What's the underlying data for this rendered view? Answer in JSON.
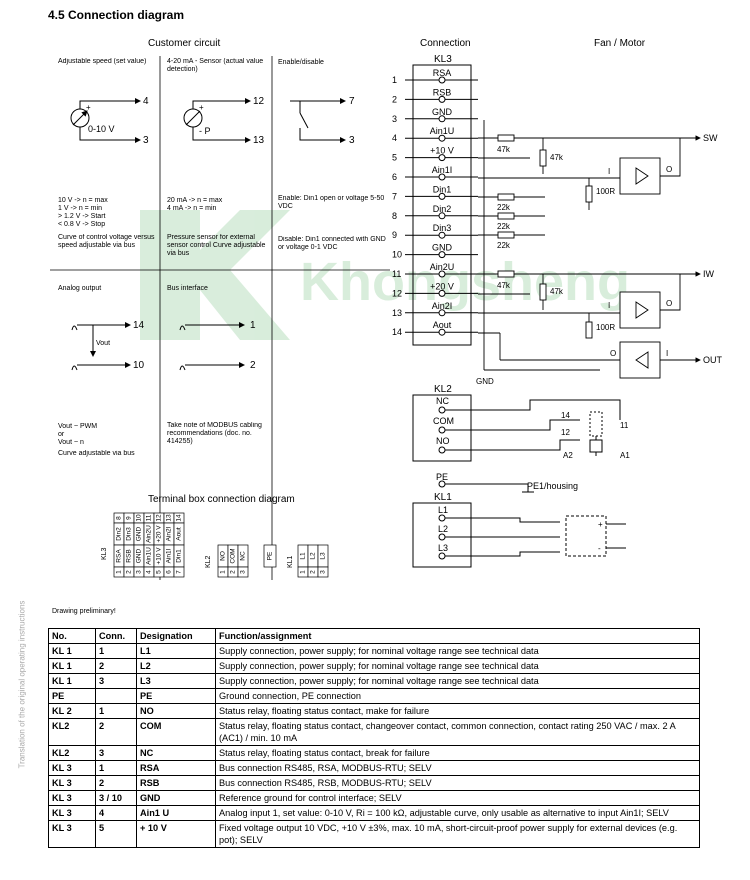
{
  "heading": "4.5 Connection diagram",
  "side_text": "Translation of the original operating instructions",
  "note": "Drawing preliminary!",
  "watermark": "Khongsheng",
  "customer": {
    "title": "Customer circuit",
    "col1_label": "Adjustable speed (set value)",
    "col1_pot": "0-10 V",
    "col1_lines": [
      "10 V -> n = max",
      "1 V -> n = min",
      "> 1.2 V -> Start",
      "< 0.8 V -> Stop"
    ],
    "col1_curve": "Curve of control voltage versus speed adjustable via bus",
    "col2_label": "4-20 mA - Sensor (actual value detection)",
    "col2_lines": [
      "20 mA -> n = max",
      "4 mA -> n = min"
    ],
    "col2_curve": "Pressure sensor for external sensor control Curve adjustable via bus",
    "col3_label": "Enable/disable",
    "col3_enable": "Enable: Din1 open or voltage 5-50 VDC",
    "col3_disable": "Disable: Din1 connected with GND or voltage 0-1 VDC",
    "analog_output": "Analog output",
    "vout": "Vout",
    "vout_notes": [
      "Vout ~ PWM",
      "or",
      "Vout ~ n"
    ],
    "vout_curve": "Curve adjustable via bus",
    "bus_interface": "Bus interface",
    "modbus_note": "Take note of MODBUS cabling recommendations (doc. no. 414255)"
  },
  "connection": {
    "title": "Connection",
    "fan_title": "Fan / Motor",
    "kl3": "KL3",
    "kl3_pins": [
      {
        "n": "1",
        "label": "RSA"
      },
      {
        "n": "2",
        "label": "RSB"
      },
      {
        "n": "3",
        "label": "GND"
      },
      {
        "n": "4",
        "label": "Ain1U"
      },
      {
        "n": "5",
        "label": "+10 V"
      },
      {
        "n": "6",
        "label": "Ain1I"
      },
      {
        "n": "7",
        "label": "Din1"
      },
      {
        "n": "8",
        "label": "Din2"
      },
      {
        "n": "9",
        "label": "Din3"
      },
      {
        "n": "10",
        "label": "GND"
      },
      {
        "n": "11",
        "label": "Ain2U"
      },
      {
        "n": "12",
        "label": "+20 V"
      },
      {
        "n": "13",
        "label": "Ain2I"
      },
      {
        "n": "14",
        "label": "Aout"
      }
    ],
    "r47k": "47k",
    "r22k": "22k",
    "r100": "100R",
    "sw": "SW",
    "iw": "IW",
    "out": "OUT",
    "gnd": "GND",
    "kl2": "KL2",
    "kl2_pins": [
      "NC",
      "COM",
      "NO"
    ],
    "relay_nums": [
      "14",
      "12",
      "11"
    ],
    "relay_coil": [
      "A2",
      "A1"
    ],
    "pe": "PE",
    "pe_housing": "PE1/housing",
    "kl1": "KL1",
    "kl1_pins": [
      "L1",
      "L2",
      "L3"
    ],
    "io_labels": [
      "I",
      "O"
    ]
  },
  "terminal": {
    "title": "Terminal box connection diagram",
    "kl3_top": [
      "8",
      "9",
      "10",
      "11",
      "12",
      "13",
      "14"
    ],
    "kl3_mid": [
      "Din2",
      "Din3",
      "GND",
      "Ain2U",
      "+20 V",
      "Ain2I",
      "Aout"
    ],
    "kl3_low": [
      "RSA",
      "RSB",
      "GND",
      "Ain1U",
      "+10 V",
      "Ain1I",
      "Din1"
    ],
    "kl3_bot": [
      "1",
      "2",
      "3",
      "4",
      "5",
      "6",
      "7"
    ],
    "kl2": [
      "NO",
      "COM",
      "NC"
    ],
    "kl1": [
      "L1",
      "L2",
      "L3"
    ],
    "nums3": [
      "1",
      "2",
      "3"
    ]
  },
  "table": {
    "headers": [
      "No.",
      "Conn.",
      "Designation",
      "Function/assignment"
    ],
    "rows": [
      [
        "KL 1",
        "1",
        "L1",
        "Supply connection, power supply; for nominal voltage range see technical data"
      ],
      [
        "KL 1",
        "2",
        "L2",
        "Supply connection, power supply; for nominal voltage range see technical data"
      ],
      [
        "KL 1",
        "3",
        "L3",
        "Supply connection, power supply; for nominal voltage range see technical data"
      ],
      [
        "PE",
        "",
        "PE",
        "Ground connection, PE connection"
      ],
      [
        "KL 2",
        "1",
        "NO",
        "Status relay, floating status contact, make for failure"
      ],
      [
        "KL2",
        "2",
        "COM",
        "Status relay, floating status contact, changeover contact, common connection, contact rating 250 VAC / max. 2 A (AC1) / min. 10 mA"
      ],
      [
        "KL2",
        "3",
        "NC",
        "Status relay, floating status contact, break for failure"
      ],
      [
        "KL 3",
        "1",
        "RSA",
        "Bus connection RS485, RSA, MODBUS-RTU; SELV"
      ],
      [
        "KL 3",
        "2",
        "RSB",
        "Bus connection RS485, RSB, MODBUS-RTU; SELV"
      ],
      [
        "KL 3",
        "3 / 10",
        "GND",
        "Reference ground for control interface; SELV"
      ],
      [
        "KL 3",
        "4",
        "Ain1 U",
        "Analog input 1, set value: 0-10 V, Ri = 100 kΩ, adjustable curve, only usable as alternative to input Ain1I; SELV"
      ],
      [
        "KL 3",
        "5",
        "+ 10 V",
        "Fixed voltage output 10 VDC, +10 V ±3%, max. 10 mA, short-circuit-proof power supply for external devices (e.g. pot); SELV"
      ]
    ]
  }
}
